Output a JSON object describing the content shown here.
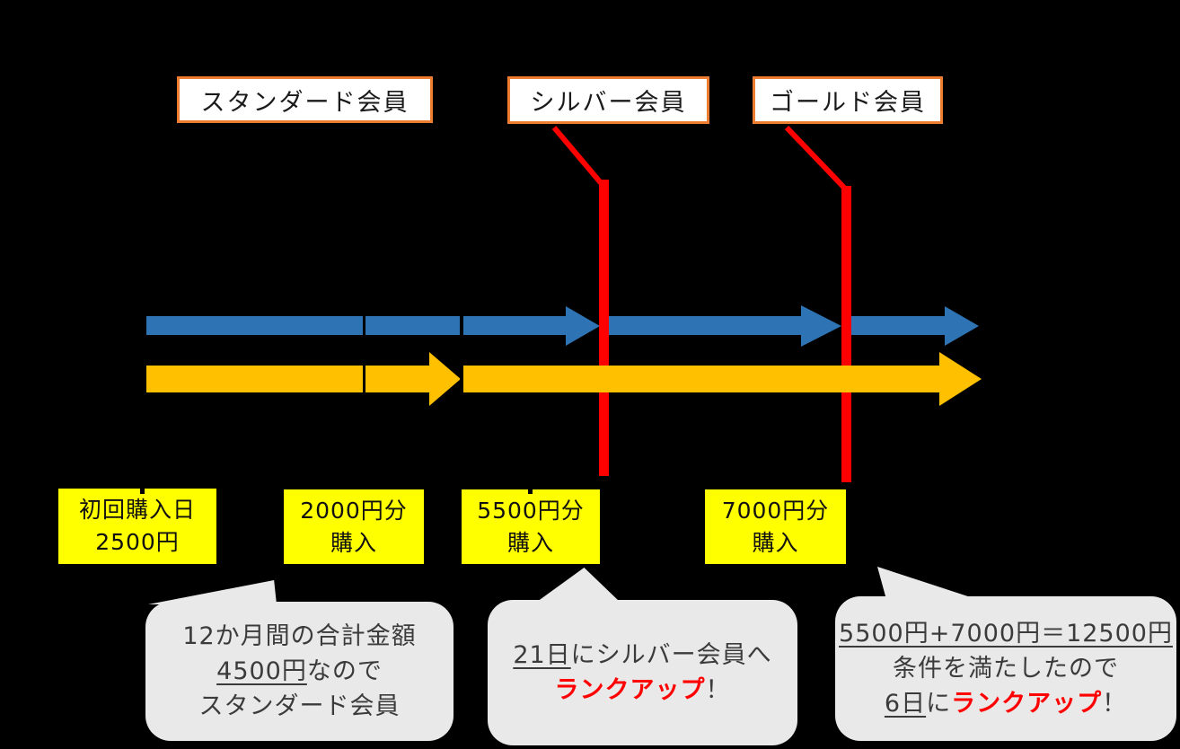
{
  "colors": {
    "blue": "#2E74B5",
    "orange": "#FFC000",
    "red": "#FF0000",
    "yellow": "#FFFF00",
    "accent": "#ED7D31",
    "bubble": "#E9E9E9"
  },
  "rank_labels": [
    {
      "label": "スタンダード会員"
    },
    {
      "label": "シルバー会員"
    },
    {
      "label": "ゴールド会員"
    }
  ],
  "purchase_events": [
    {
      "line1": "初回購入日",
      "line2": "2500円"
    },
    {
      "line1": "2000円分",
      "line2": "購入"
    },
    {
      "line1": "5500円分",
      "line2": "購入"
    },
    {
      "line1": "7000円分",
      "line2": "購入"
    }
  ],
  "callouts": {
    "standard": {
      "line1": "12か月間の合計金額",
      "line2_underline": "4500円",
      "line2_rest": "なので",
      "line3": "スタンダード会員"
    },
    "silver": {
      "line1_underline": "21日",
      "line1_rest": "にシルバー会員へ",
      "line2_red": "ランクアップ",
      "line2_end": "！"
    },
    "gold": {
      "line1_underline": "5500円+7000円＝12500円",
      "line2": "条件を満たしたので",
      "line3_underline": "6日",
      "line3_mid": "に",
      "line3_red": "ランクアップ",
      "line3_end": "！"
    }
  }
}
